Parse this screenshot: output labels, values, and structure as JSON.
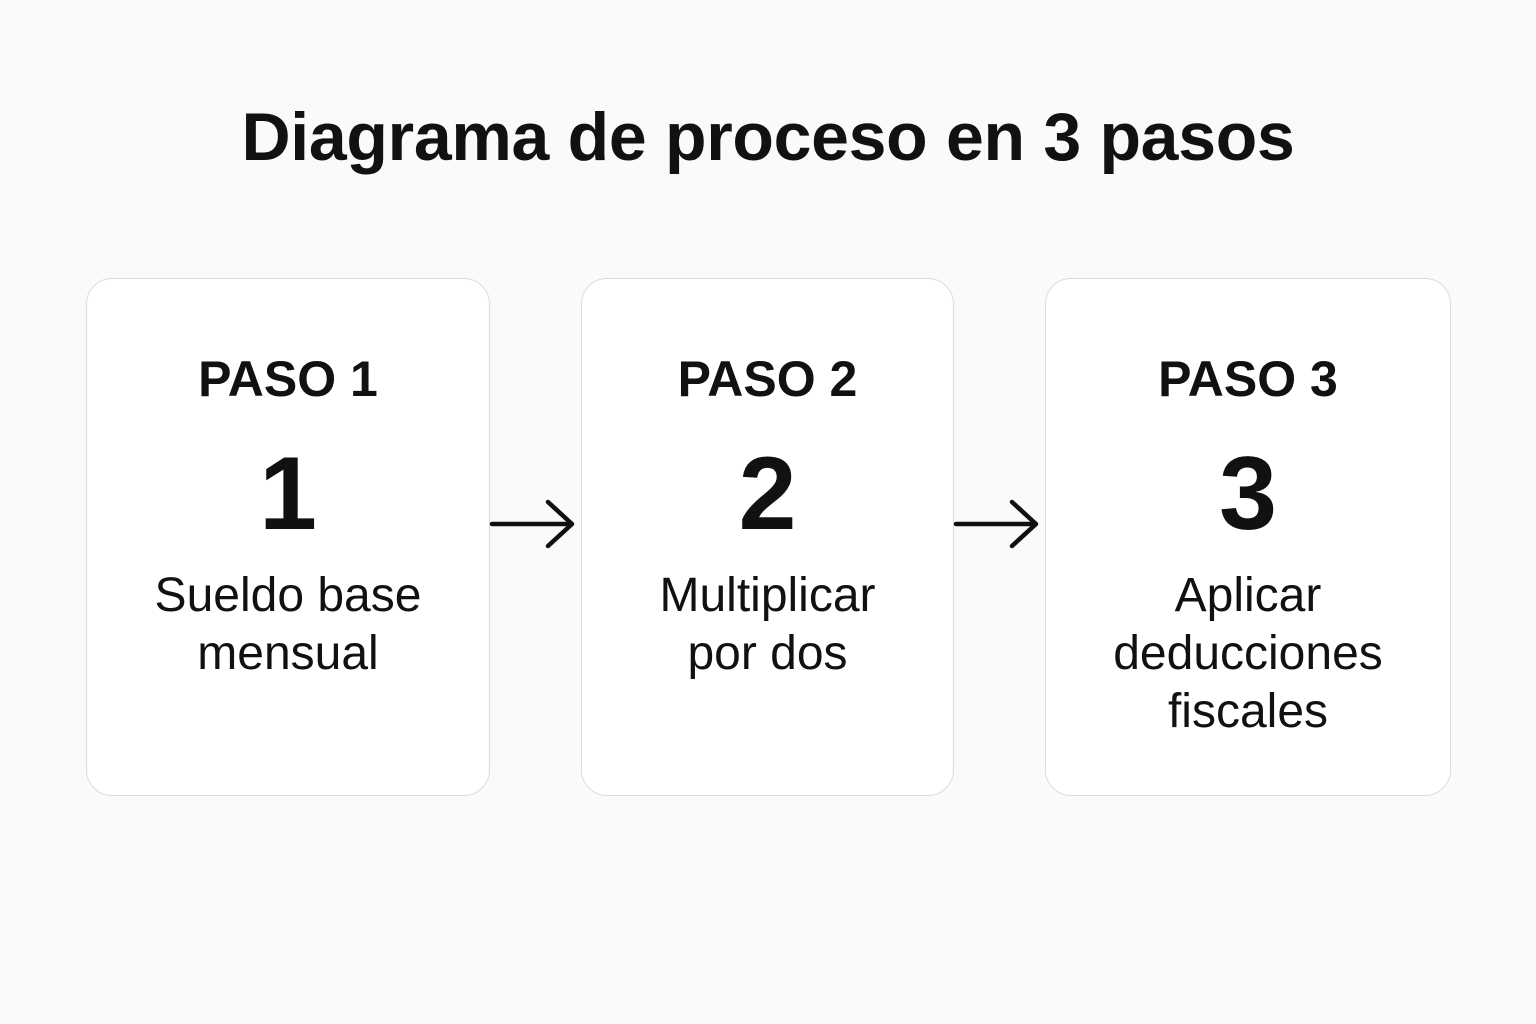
{
  "title": "Diagrama de proceso en 3 pasos",
  "steps": [
    {
      "label": "PASO 1",
      "number": "1",
      "description": [
        "Sueldo base",
        "mensual"
      ]
    },
    {
      "label": "PASO 2",
      "number": "2",
      "description": [
        "Multiplicar",
        "por dos"
      ]
    },
    {
      "label": "PASO 3",
      "number": "3",
      "description": [
        "Aplicar",
        "deducciones",
        "fiscales"
      ]
    }
  ],
  "connectors": [
    "arrow-right-icon",
    "arrow-right-icon"
  ]
}
